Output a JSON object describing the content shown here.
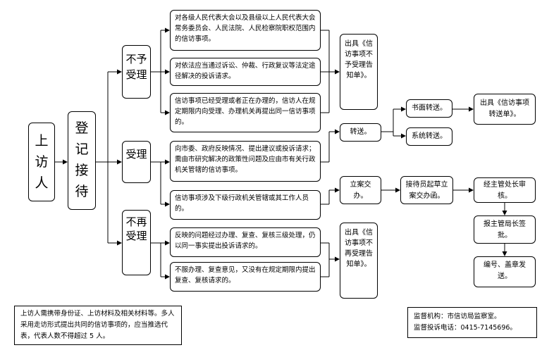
{
  "nodes": {
    "visit": "上访人",
    "reception": "登记接待",
    "reject": "不予受理",
    "accept": "受理",
    "no_more": "不再受理",
    "reject_reason_1": "对各级人民代表大会以及县级以上人民代表大会常务委员会、人民法院、人民检察院职权范围内的信访事项。",
    "reject_reason_2": "对依法应当通过诉讼、仲裁、行政复议等法定途径解决的投诉请求。",
    "reject_reason_3": "信访事项已经受理或者正在办理的，信访人在规定期限内向受理、办理机关再提出同一信访事项的。",
    "reject_notice": "出具《信访事项不予受理告知单》。",
    "accept_case_1": "向市委、政府反映情况、提出建议或投诉请求；需由市研究解决的政策性问题及应由市有关行政机关管辖的信访事项。",
    "accept_case_2": "信访事项涉及下级行政机关管辖或其工作人员的。",
    "transfer": "转送。",
    "written_transfer": "书面转送。",
    "system_transfer": "系统转送。",
    "transfer_notice": "出具《信访事项转送单》。",
    "handover": "立案交办。",
    "draft": "接待员起草立案交办函。",
    "section_review": "经主管处长审核。",
    "director_sign": "报主管局长签批。",
    "issue": "编号、盖章发送。",
    "no_more_case_1": "反映的问题经过办理、复查、复核三级处理，仍以同一事实提出投诉请求的。",
    "no_more_case_2": "不服办理、复查意见，又没有在规定期限内提出复查、复核请求的。",
    "no_more_notice": "出具《信访事项不再受理告知单》。"
  },
  "footer": {
    "left_note": "上访人需携带身份证、上访材料及相关材料等。多人采用走访形式提出共同的信访事项的，应当推选代表，代表人数不得超过 5 人。",
    "supervision_org": "监督机构：市信访局监察室。",
    "supervision_phone": "监督投诉电话：0415-7145696。"
  },
  "colors": {
    "line": "#000000",
    "background": "#ffffff"
  }
}
